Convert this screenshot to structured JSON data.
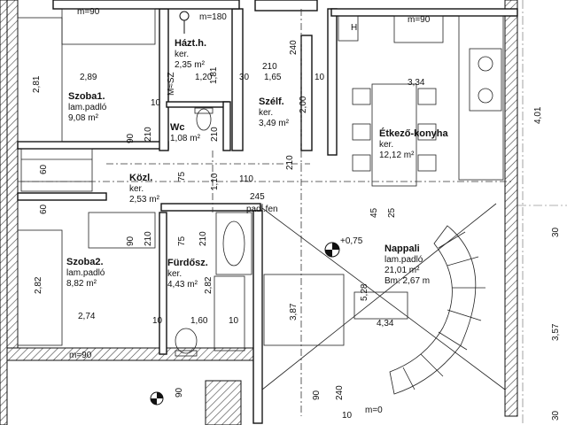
{
  "rooms": [
    {
      "name": "Szoba1.",
      "sub1": "lam.padló",
      "sub2": "9,08 m²"
    },
    {
      "name": "Házt.h.",
      "sub1": "ker.",
      "sub2": "2,35 m²"
    },
    {
      "name": "Szélf.",
      "sub1": "ker.",
      "sub2": "3,49 m²"
    },
    {
      "name": "Étkező-konyha",
      "sub1": "ker.",
      "sub2": "12,12 m²"
    },
    {
      "name": "Wc",
      "sub1": "1,08 m²",
      "sub2": ""
    },
    {
      "name": "Közl.",
      "sub1": "ker.",
      "sub2": "2,53 m²"
    },
    {
      "name": "Szoba2.",
      "sub1": "lam.padló",
      "sub2": "8,82 m²"
    },
    {
      "name": "Fürdősz.",
      "sub1": "ker.",
      "sub2": "4,43 m²"
    },
    {
      "name": "Nappali",
      "sub1": "lam.padló",
      "sub2": "21,01 m²",
      "sub3": "Bm: 2,67 m"
    }
  ],
  "dims": {
    "d_289": "2,89",
    "d_281": "2,81",
    "d_10a": "10",
    "d_120": "1,20",
    "d_30a": "30",
    "d_165": "1,65",
    "d_10b": "10",
    "d_334": "3,34",
    "d_401": "4,01",
    "d_181": "1,81",
    "d_210a": "210",
    "d_240a": "240",
    "d_200": "2,00",
    "d_90a": "90",
    "d_210b": "210",
    "d_210c": "210",
    "d_75a": "75",
    "d_110a": "1,10",
    "d_110b": "110",
    "d_210d": "210",
    "d_245": "245",
    "d_45": "45",
    "d_25": "25",
    "d_30b": "30",
    "d_60a": "60",
    "d_60b": "60",
    "d_90b": "90",
    "d_210e": "210",
    "d_75b": "75",
    "d_210f": "210",
    "d_282": "2,82",
    "d_274": "2,74",
    "d_10c": "10",
    "d_160": "1,60",
    "d_10d": "10",
    "d_282b": "2,82",
    "d_387": "3,87",
    "d_528": "5,28",
    "d_434": "4,34",
    "d_357": "3,57",
    "d_30c": "30",
    "d_90c": "90",
    "d_240b": "240",
    "d_10e": "10",
    "d_90d": "90",
    "d_075": "+0,75"
  },
  "marks": {
    "m90_top": "m=90",
    "m180": "m=180",
    "m90_right": "m=90",
    "m90_bottom": "m=90",
    "m0": "m=0",
    "padl": "padl.fen",
    "h_label": "H",
    "msz": "M≈SZ"
  }
}
